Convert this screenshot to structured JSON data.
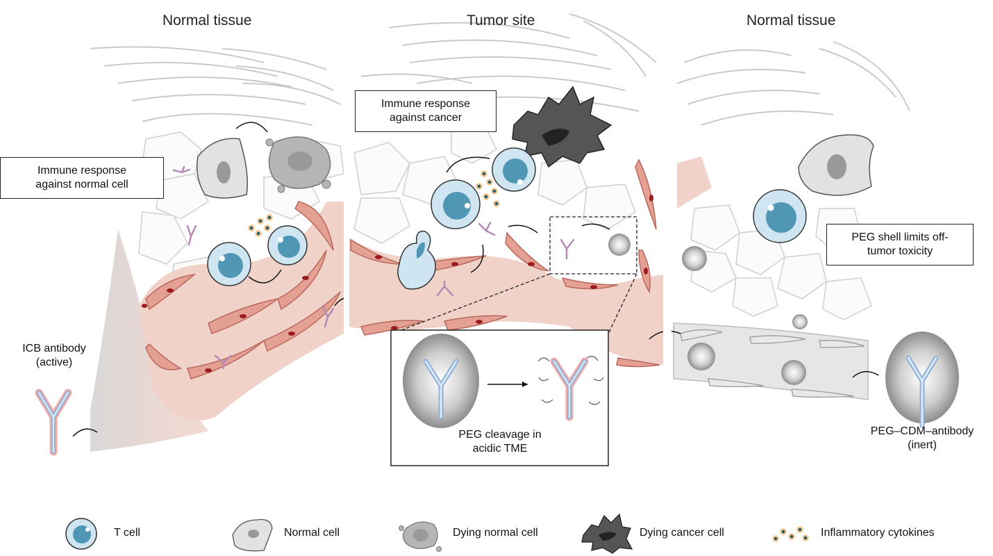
{
  "panels": {
    "left_title": "Normal tissue",
    "center_title": "Tumor site",
    "right_title": "Normal tissue"
  },
  "callouts": {
    "normal_response": "Immune response against normal cell",
    "cancer_response": "Immune response against cancer",
    "peg_shell": "PEG shell limits off-tumor toxicity",
    "peg_cleavage": "PEG cleavage in acidic TME"
  },
  "labels": {
    "icb_antibody": "ICB antibody",
    "icb_state": "(active)",
    "peg_antibody": "PEG–CDM–antibody",
    "peg_state": "(inert)"
  },
  "legend": [
    {
      "key": "t_cell",
      "label": "T cell"
    },
    {
      "key": "normal_cell",
      "label": "Normal cell"
    },
    {
      "key": "dying_normal_cell",
      "label": "Dying normal cell"
    },
    {
      "key": "dying_cancer_cell",
      "label": "Dying cancer cell"
    },
    {
      "key": "cytokines",
      "label": "Inflammatory cytokines"
    }
  ],
  "colors": {
    "t_cell_fill": "#cfe6f2",
    "t_cell_nucleus": "#4f97b5",
    "vessel": "#ecc3b8",
    "endothelial": "#dd8f80",
    "rbc_nucleus": "#9b1c1c",
    "normal_cell": "#e2e2e2",
    "dying_cancer": "#555555",
    "cytokine": "#1e5a6b",
    "cytokine_halo": "#f5c58f"
  }
}
